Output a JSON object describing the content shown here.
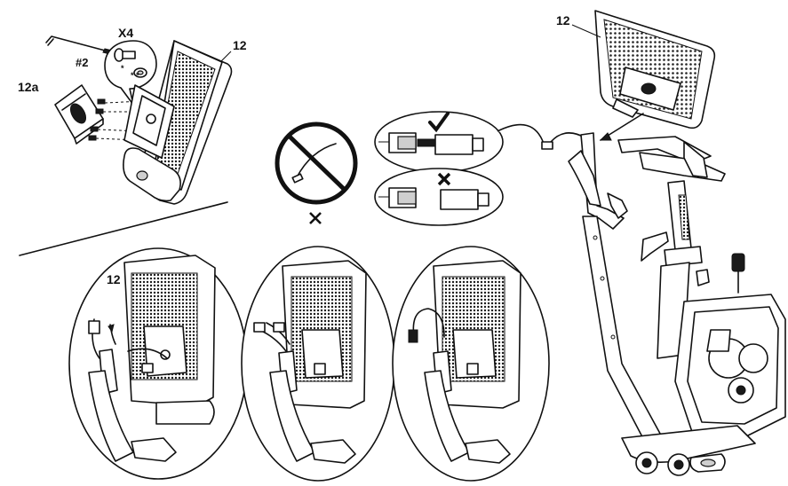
{
  "labels": {
    "console_top": "12",
    "console_main": "12",
    "bracket": "12a",
    "hex_key": "#2",
    "quantity": "X4",
    "console_step1": "12"
  },
  "symbols": {
    "check": "check-icon",
    "cross": "cross-icon",
    "prohibited": "prohibited-icon"
  }
}
